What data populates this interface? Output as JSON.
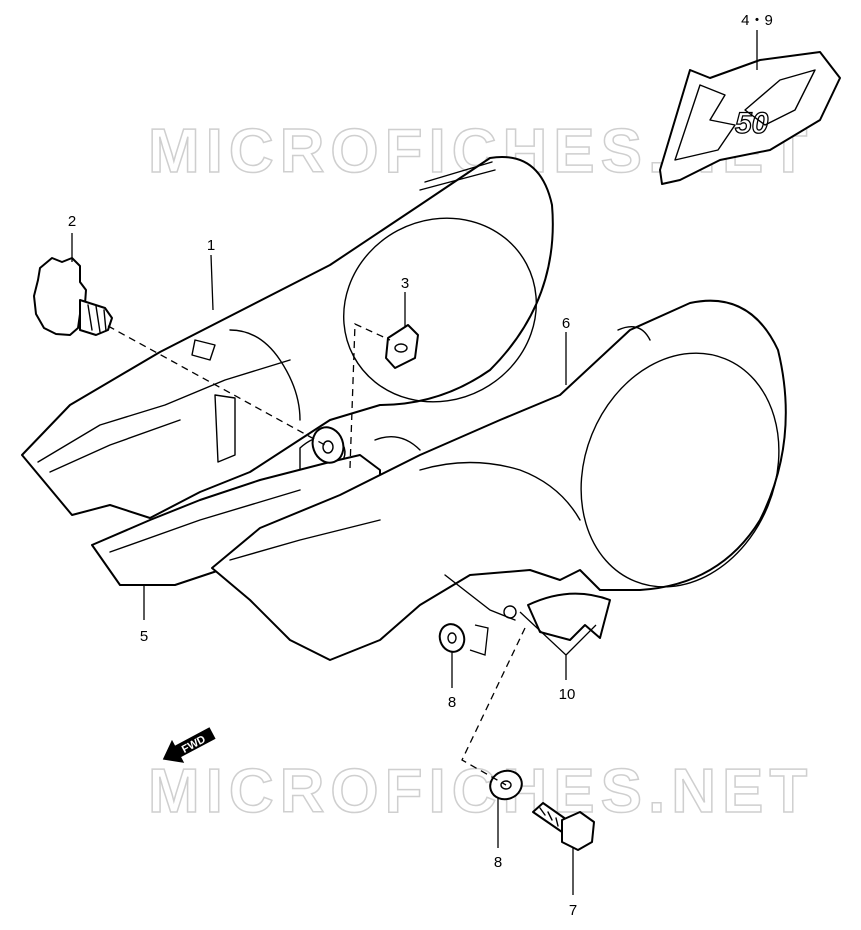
{
  "watermark": {
    "text": "MICROFICHES.NET",
    "color": "#cfcfcf"
  },
  "callouts": {
    "part_1": "1",
    "part_2": "2",
    "part_3": "3",
    "part_4_9": "4・9",
    "part_5": "5",
    "part_6": "6",
    "part_7": "7",
    "part_8_upper": "8",
    "part_8_lower": "8",
    "part_10": "10"
  },
  "direction_arrow": {
    "label": "FWD",
    "icon": "fwd-arrow-icon"
  },
  "emblem": {
    "text": "50",
    "icon": "emblem-50-icon"
  },
  "colors": {
    "line": "#000000",
    "background": "#ffffff"
  }
}
